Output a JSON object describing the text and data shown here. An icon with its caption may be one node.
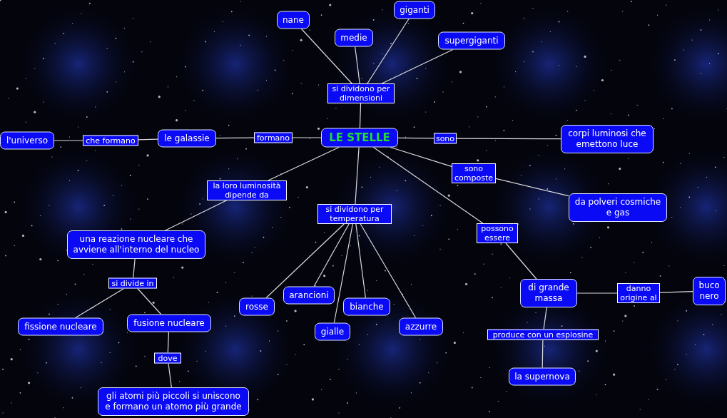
{
  "diagram": {
    "nodes": [
      {
        "text": [
          "LE STELLE"
        ]
      },
      {
        "text": [
          "si dividono per dimensioni"
        ]
      },
      {
        "text": [
          "nane"
        ]
      },
      {
        "text": [
          "medie"
        ]
      },
      {
        "text": [
          "giganti"
        ]
      },
      {
        "text": [
          "supergiganti"
        ]
      },
      {
        "text": [
          "formano"
        ]
      },
      {
        "text": [
          "le galassie"
        ]
      },
      {
        "text": [
          "che formano"
        ]
      },
      {
        "text": [
          "l'universo"
        ]
      },
      {
        "text": [
          "sono"
        ]
      },
      {
        "text": [
          "corpi luminosi che emettono luce"
        ]
      },
      {
        "text": [
          "la loro luminosità dipende da"
        ]
      },
      {
        "text": [
          "una reazione nucleare che avviene all'interno del nucleo"
        ]
      },
      {
        "text": [
          "si divide in"
        ]
      },
      {
        "text": [
          "fissione nucleare"
        ]
      },
      {
        "text": [
          "fusione nucleare"
        ]
      },
      {
        "text": [
          "dove"
        ]
      },
      {
        "text": [
          "gli atomi più piccoli si uniscono e formano un atomo più grande"
        ]
      },
      {
        "text": [
          "sono composte"
        ]
      },
      {
        "text": [
          "da polveri cosmiche e gas"
        ]
      },
      {
        "text": [
          "si dividono per temperatura"
        ]
      },
      {
        "text": [
          "rosse"
        ]
      },
      {
        "text": [
          "arancioni"
        ]
      },
      {
        "text": [
          "gialle"
        ]
      },
      {
        "text": [
          "bianche"
        ]
      },
      {
        "text": [
          "azzurre"
        ]
      },
      {
        "text": [
          "possono essere"
        ]
      },
      {
        "text": [
          "di grande massa"
        ]
      },
      {
        "text": [
          "danno origine al"
        ]
      },
      {
        "text": [
          "buco nero"
        ]
      },
      {
        "text": [
          "produce con un esplosine"
        ]
      },
      {
        "text": [
          "la supernova"
        ]
      }
    ],
    "edges": [
      {
        "from": 0,
        "to": 1,
        "arrow": "none"
      },
      {
        "from": 1,
        "to": 2,
        "arrow": "none"
      },
      {
        "from": 1,
        "to": 3,
        "arrow": "none"
      },
      {
        "from": 1,
        "to": 4,
        "arrow": "none"
      },
      {
        "from": 1,
        "to": 5,
        "arrow": "none"
      },
      {
        "from": 0,
        "to": 6,
        "arrow": "none"
      },
      {
        "from": 6,
        "to": 7,
        "arrow": "none"
      },
      {
        "from": 7,
        "to": 8,
        "arrow": "none"
      },
      {
        "from": 8,
        "to": 9,
        "arrow": "none"
      },
      {
        "from": 0,
        "to": 10,
        "arrow": "none"
      },
      {
        "from": 10,
        "to": 11,
        "arrow": "none"
      },
      {
        "from": 0,
        "to": 12,
        "arrow": "none"
      },
      {
        "from": 12,
        "to": 13,
        "arrow": "none"
      },
      {
        "from": 13,
        "to": 14,
        "arrow": "none"
      },
      {
        "from": 14,
        "to": 15,
        "arrow": "none"
      },
      {
        "from": 14,
        "to": 16,
        "arrow": "none"
      },
      {
        "from": 16,
        "to": 17,
        "arrow": "none"
      },
      {
        "from": 17,
        "to": 18,
        "arrow": "none"
      },
      {
        "from": 0,
        "to": 19,
        "arrow": "none"
      },
      {
        "from": 19,
        "to": 20,
        "arrow": "none"
      },
      {
        "from": 0,
        "to": 21,
        "arrow": "none"
      },
      {
        "from": 21,
        "to": 22,
        "arrow": "none"
      },
      {
        "from": 21,
        "to": 23,
        "arrow": "none"
      },
      {
        "from": 21,
        "to": 24,
        "arrow": "none"
      },
      {
        "from": 21,
        "to": 25,
        "arrow": "none"
      },
      {
        "from": 21,
        "to": 26,
        "arrow": "none"
      },
      {
        "from": 0,
        "to": 27,
        "arrow": "none"
      },
      {
        "from": 27,
        "to": 28,
        "arrow": "none"
      },
      {
        "from": 28,
        "to": 29,
        "arrow": "none"
      },
      {
        "from": 29,
        "to": 30,
        "arrow": "none"
      },
      {
        "from": 28,
        "to": 31,
        "arrow": "none"
      },
      {
        "from": 31,
        "to": 32,
        "arrow": "none"
      }
    ]
  }
}
